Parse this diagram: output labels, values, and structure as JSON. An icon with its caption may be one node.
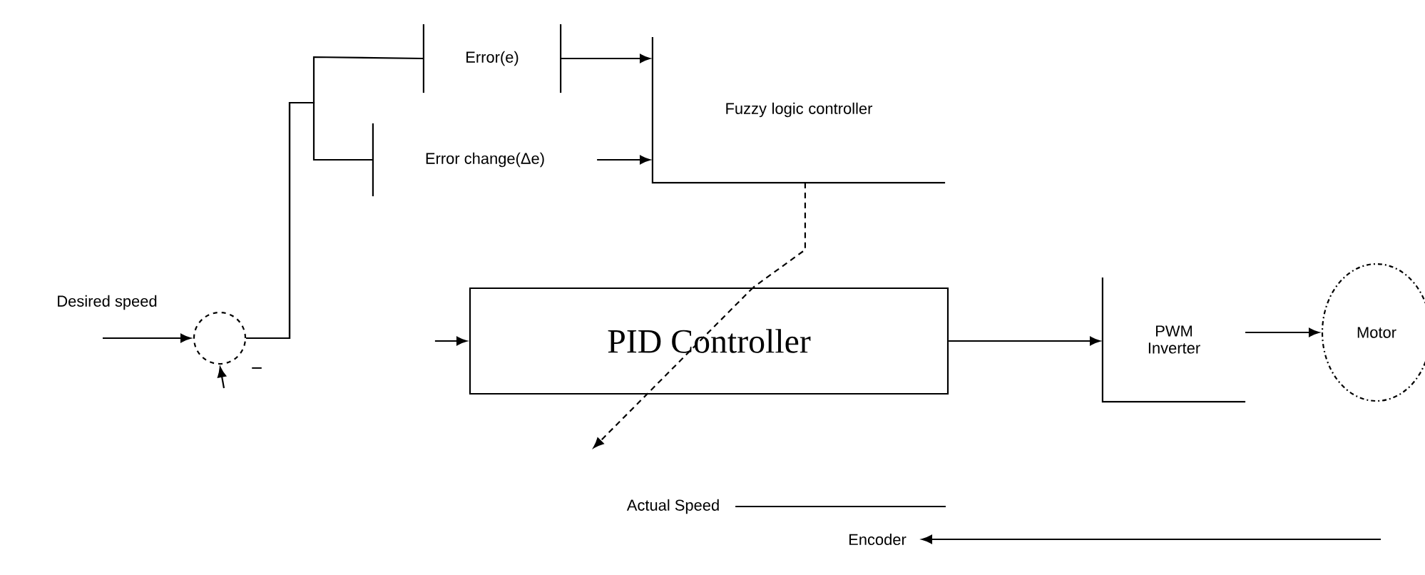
{
  "diagram": {
    "nodes": [
      {
        "text": [
          "Error(e)"
        ]
      },
      {
        "text": [
          "Error change(Δe)"
        ]
      },
      {
        "text": [
          "Fuzzy logic controller"
        ]
      },
      {
        "text": [
          "Desired speed"
        ]
      },
      {
        "text": [],
        "shape": "circle"
      },
      {
        "text": [
          "PID Controller"
        ]
      },
      {
        "text": [
          "PWM Inverter"
        ]
      },
      {
        "text": [
          "Motor"
        ]
      },
      {
        "text": [
          "Actual Speed"
        ]
      },
      {
        "text": [
          "Encoder"
        ]
      }
    ],
    "edges": [
      {
        "from": 3,
        "to": 4,
        "arrow": "to"
      },
      {
        "from": null,
        "to": 4,
        "arrow": "to"
      },
      {
        "from": 4,
        "to": 0,
        "arrow": "none"
      },
      {
        "from": 4,
        "to": 1,
        "arrow": "none"
      },
      {
        "from": 0,
        "to": 2,
        "arrow": "to"
      },
      {
        "from": 1,
        "to": 2,
        "arrow": "to"
      },
      {
        "from": 2,
        "to": 5,
        "arrow": "none",
        "style": "dashed"
      },
      {
        "from": null,
        "to": 5,
        "arrow": "to"
      },
      {
        "from": 5,
        "to": 6,
        "arrow": "to"
      },
      {
        "from": 6,
        "to": 7,
        "arrow": "to"
      },
      {
        "from": 8,
        "to": null,
        "arrow": "none"
      },
      {
        "from": null,
        "to": 9,
        "arrow": "to"
      }
    ],
    "labels": [
      "−"
    ]
  }
}
